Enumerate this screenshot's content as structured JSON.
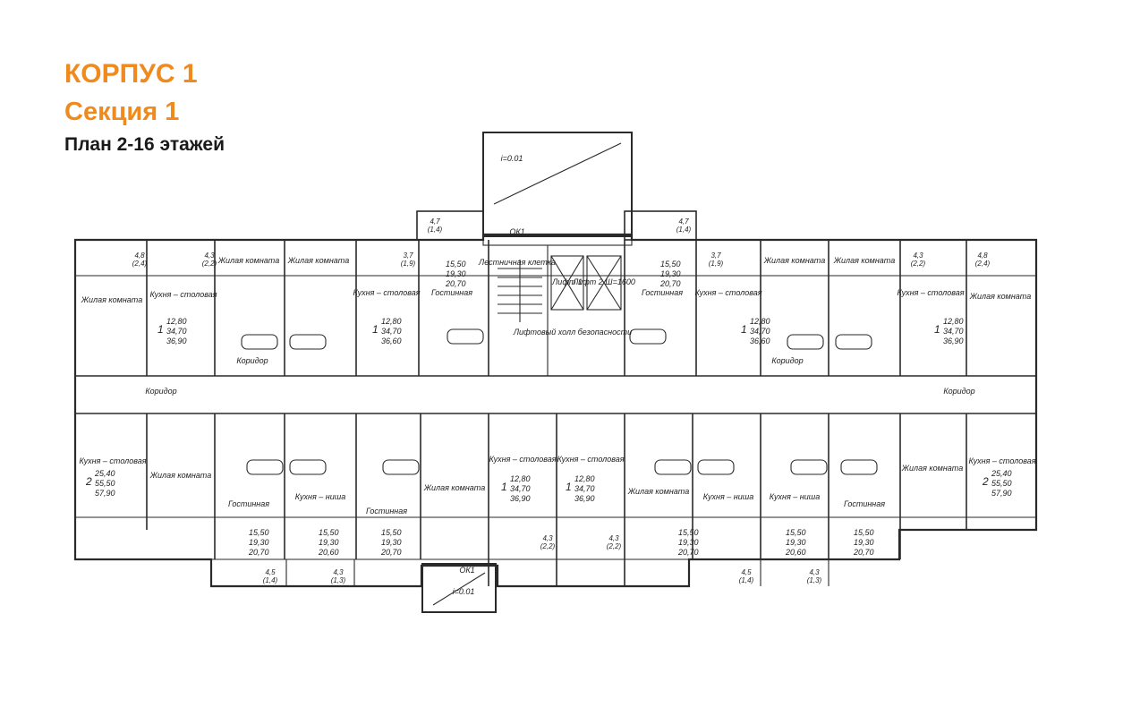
{
  "header": {
    "building": "КОРПУС 1",
    "section": "Секция 1",
    "plan": "План 2-16 этажей"
  },
  "colors": {
    "accent": "#ef8a1e",
    "ink": "#1a1a1a"
  },
  "rooms": {
    "living": "Жилая комната",
    "kitchen": "Кухня – столовая",
    "kitchen_niche": "Кухня – ниша",
    "guest": "Гостинная",
    "corridor": "Коридор",
    "stair": "Лестничная клетка",
    "lift1": "Лифт 1",
    "lift2": "Лифт 2 Ш=1600",
    "lift_hall": "Лифтовый холл безопасности",
    "slope": "i=0.01",
    "ok": "ОК1"
  },
  "apartments": [
    {
      "rooms": "1",
      "area": [
        "12,80",
        "34,70",
        "36,90"
      ]
    },
    {
      "rooms": "1",
      "area": [
        "12,80",
        "34,70",
        "36,60"
      ]
    },
    {
      "rooms": "",
      "area": [
        "15,50",
        "19,30",
        "20,70"
      ]
    },
    {
      "rooms": "",
      "area": [
        "15,50",
        "19,30",
        "20,70"
      ]
    },
    {
      "rooms": "1",
      "area": [
        "12,80",
        "34,70",
        "36,60"
      ]
    },
    {
      "rooms": "1",
      "area": [
        "12,80",
        "34,70",
        "36,90"
      ]
    },
    {
      "rooms": "2",
      "area": [
        "25,40",
        "55,50",
        "57,90"
      ]
    },
    {
      "rooms": "",
      "area": [
        "15,50",
        "19,30",
        "20,70"
      ]
    },
    {
      "rooms": "",
      "area": [
        "15,50",
        "19,30",
        "20,60"
      ]
    },
    {
      "rooms": "",
      "area": [
        "15,50",
        "19,30",
        "20,70"
      ]
    },
    {
      "rooms": "1",
      "area": [
        "12,80",
        "34,70",
        "36,90"
      ]
    },
    {
      "rooms": "1",
      "area": [
        "12,80",
        "34,70",
        "36,90"
      ]
    },
    {
      "rooms": "",
      "area": [
        "15,50",
        "19,30",
        "20,70"
      ]
    },
    {
      "rooms": "",
      "area": [
        "15,50",
        "19,30",
        "20,60"
      ]
    },
    {
      "rooms": "",
      "area": [
        "15,50",
        "19,30",
        "20,70"
      ]
    },
    {
      "rooms": "2",
      "area": [
        "25,40",
        "55,50",
        "57,90"
      ]
    }
  ],
  "balconies": [
    {
      "area": "4,8",
      "coef": "(2,4)"
    },
    {
      "area": "4,3",
      "coef": "(2,2)"
    },
    {
      "area": "3,7",
      "coef": "(1,9)"
    },
    {
      "area": "4,7",
      "coef": "(1,4)"
    },
    {
      "area": "4,7",
      "coef": "(1,4)"
    },
    {
      "area": "3,7",
      "coef": "(1,9)"
    },
    {
      "area": "4,3",
      "coef": "(2,2)"
    },
    {
      "area": "4,8",
      "coef": "(2,4)"
    },
    {
      "area": "4,5",
      "coef": "(1,4)"
    },
    {
      "area": "4,3",
      "coef": "(1,3)"
    },
    {
      "area": "4,3",
      "coef": "(2,2)"
    },
    {
      "area": "4,3",
      "coef": "(2,2)"
    },
    {
      "area": "4,5",
      "coef": "(1,4)"
    },
    {
      "area": "4,3",
      "coef": "(1,3)"
    }
  ]
}
